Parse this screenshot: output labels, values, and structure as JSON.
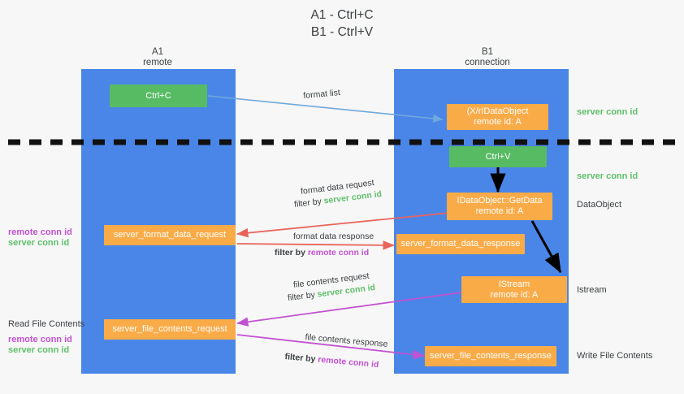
{
  "title": {
    "line1": "A1 - Ctrl+C",
    "line2": "B1 - Ctrl+V"
  },
  "lanes": [
    {
      "name": "A1",
      "sub": "remote"
    },
    {
      "name": "B1",
      "sub": "connection"
    }
  ],
  "boxes": {
    "ctrl_c": "Ctrl+C",
    "ctrl_v": "Ctrl+V",
    "dataobject_clip": {
      "line1": "(X/rIDataObject",
      "line2": "remote id: A"
    },
    "getdata": {
      "line1": "IDataObject::GetData",
      "line2": "remote id: A"
    },
    "istream": {
      "line1": "IStream",
      "line2": "remote id: A"
    },
    "format_data_request": "server_format_data_request",
    "format_data_response": "server_format_data_response",
    "file_contents_request": "server_file_contents_request",
    "file_contents_response": "server_file_contents_response"
  },
  "arrow_labels": {
    "format_list": "format list",
    "format_data_request": "format data request",
    "format_data_request_filter_prefix": "filter by ",
    "format_data_request_filter_value": "server conn id",
    "format_data_response": "format data response",
    "format_data_response_filter_prefix": "filter by ",
    "format_data_response_filter_value": "remote conn id",
    "file_contents_request": "file contents request",
    "file_contents_request_filter_prefix": "filter by ",
    "file_contents_request_filter_value": "server conn id",
    "file_contents_response": "file contents response",
    "file_contents_response_filter_prefix": "filter by ",
    "file_contents_response_filter_value": "remote conn id"
  },
  "side_labels": {
    "server_conn_id_top": "server conn id",
    "server_conn_id_mid": "server conn id",
    "dataobject": "DataObject",
    "istream": "Istream",
    "write_file_contents": "Write File Contents",
    "read_file_contents": "Read File Contents",
    "left_remote_conn_id_1": "remote conn id",
    "left_server_conn_id_1": "server conn id",
    "left_remote_conn_id_2": "remote conn id",
    "left_server_conn_id_2": "server conn id"
  },
  "colors": {
    "lane": "#4a86e8",
    "box_orange": "#f9ab48",
    "box_green": "#57bb63",
    "green_text": "#5fbf6a",
    "magenta_text": "#c252d1",
    "arrow_blue": "#6fa8dc",
    "arrow_red": "#e8645a",
    "arrow_magenta": "#c252d1",
    "arrow_black": "#000000",
    "divider": "#111111"
  }
}
